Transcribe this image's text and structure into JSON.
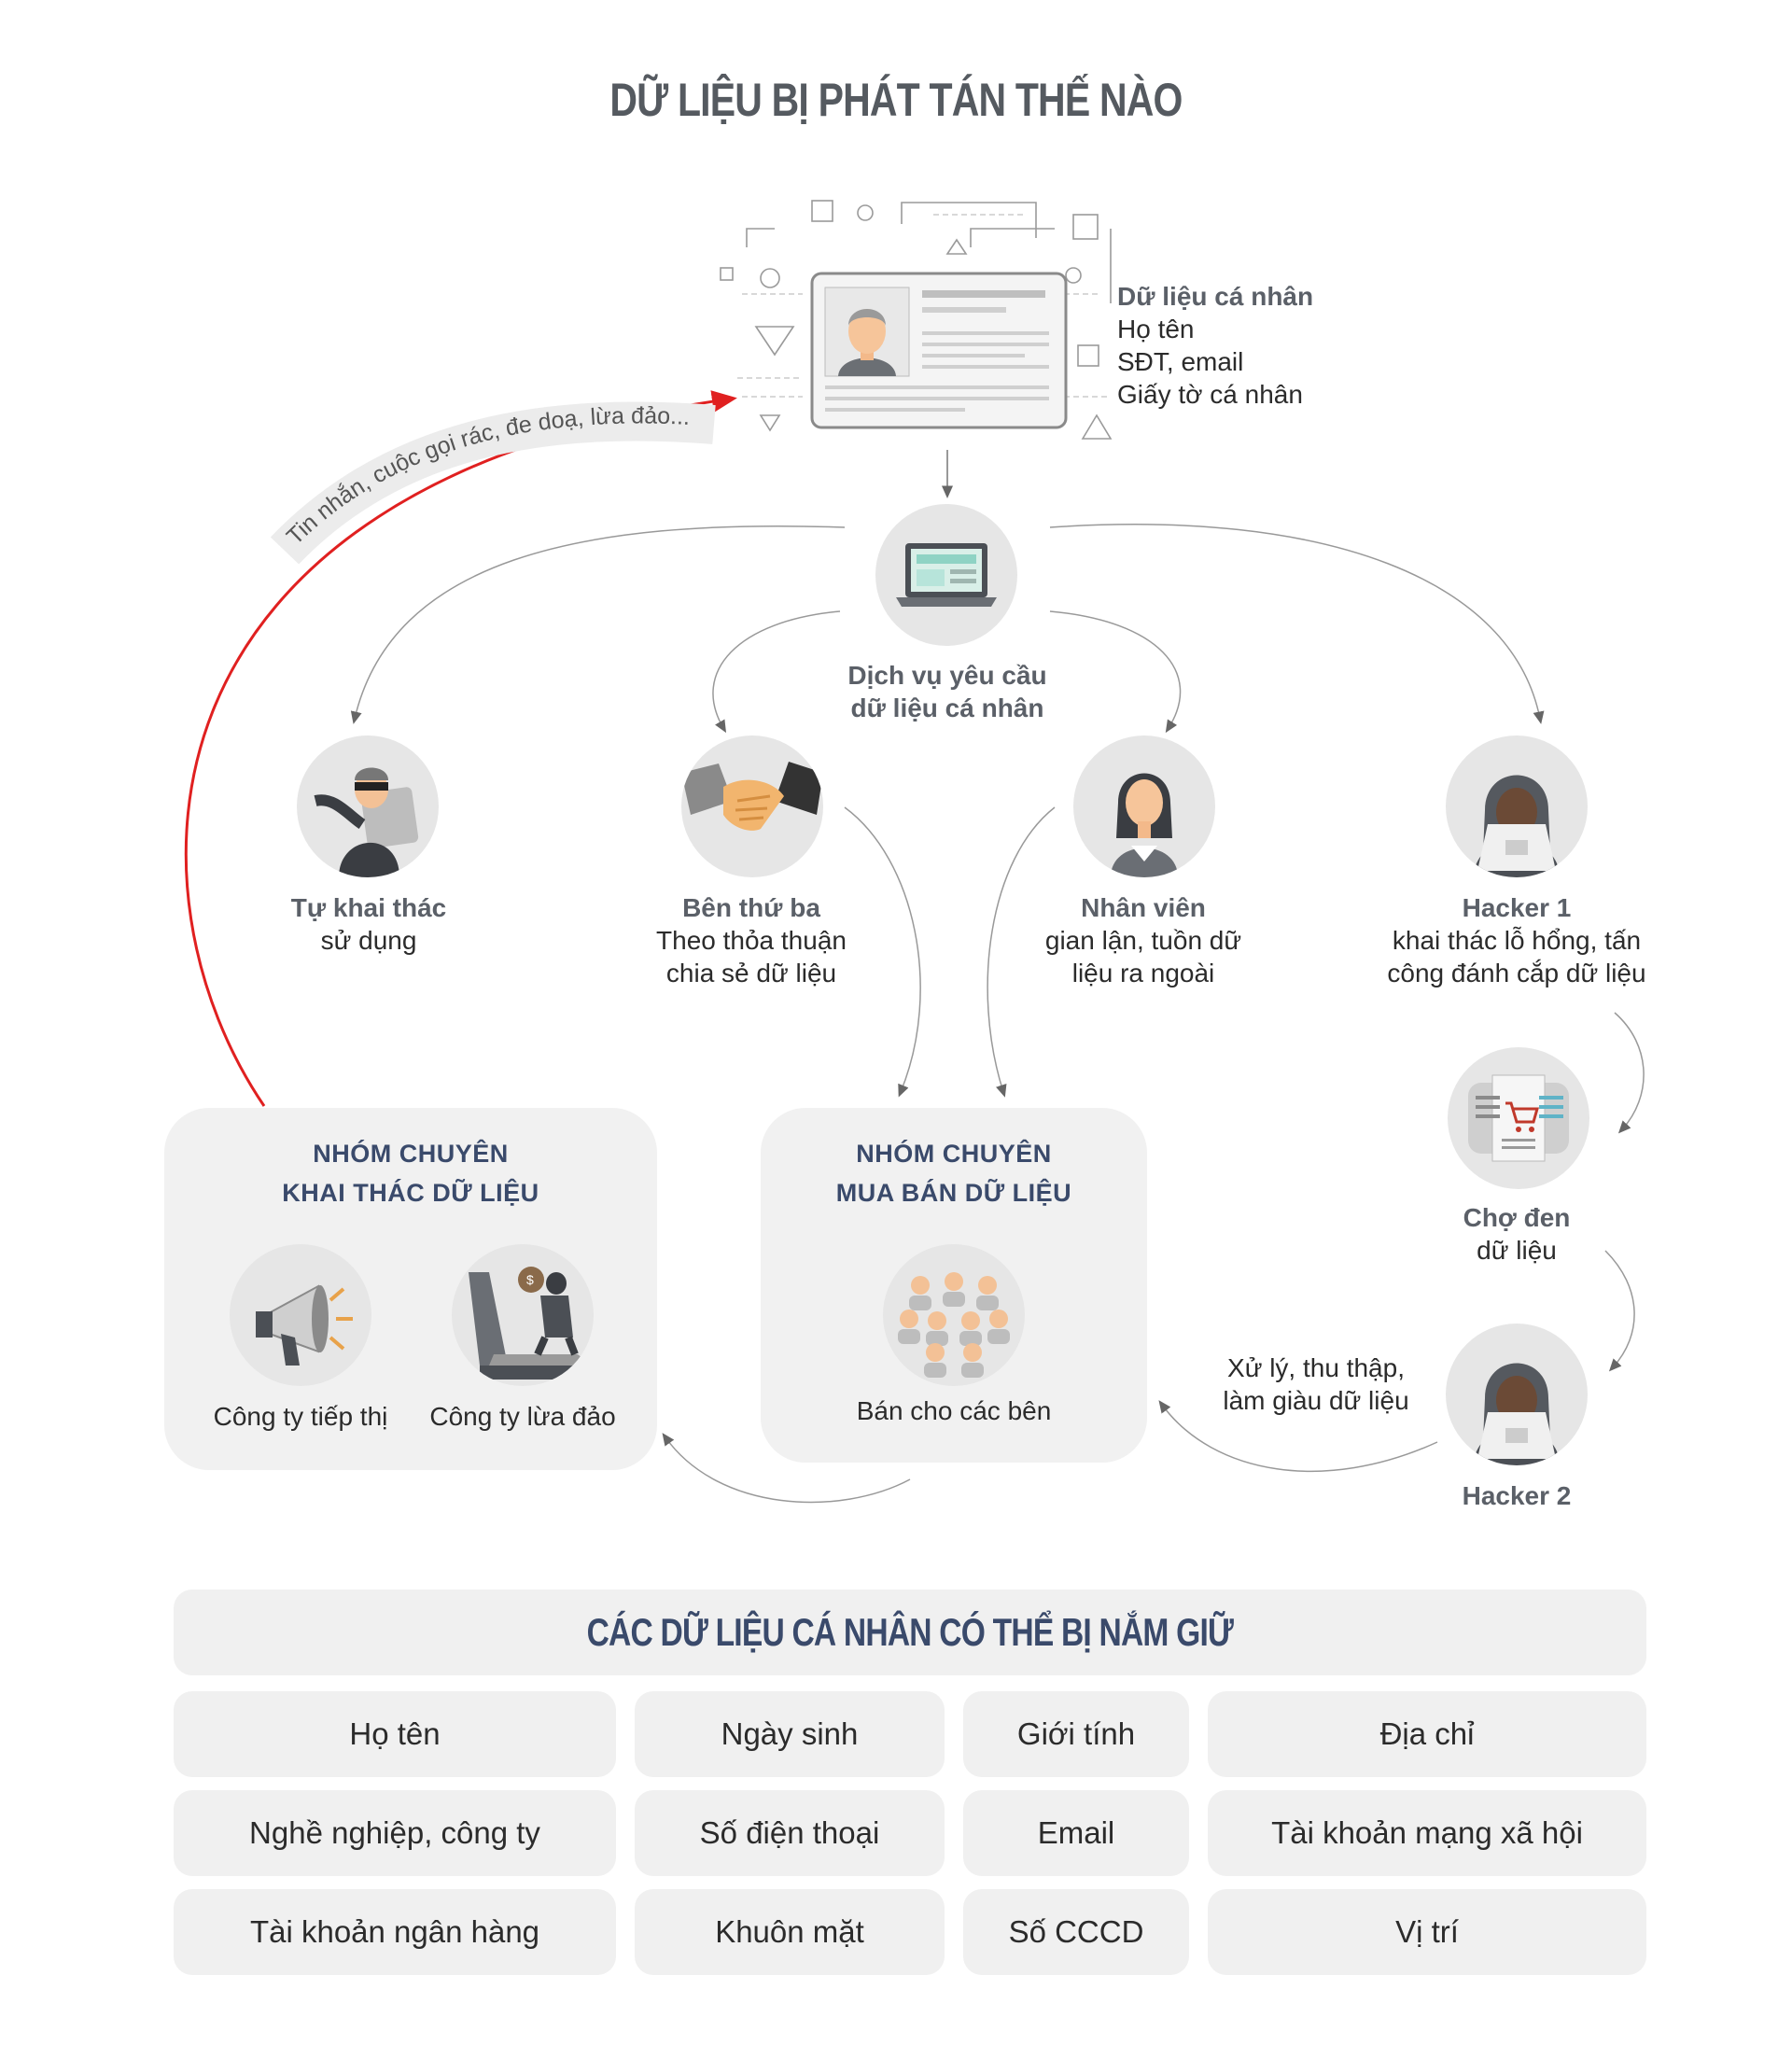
{
  "title": "DỮ LIỆU BỊ PHÁT TÁN THẾ NÀO",
  "personal_data": {
    "heading": "Dữ liệu cá nhân",
    "lines": [
      "Họ tên",
      "SĐT, email",
      "Giấy tờ cá nhân"
    ]
  },
  "red_arrow_label": "Tin nhắn, cuộc gọi rác, đe doạ, lừa đảo...",
  "service": {
    "line1": "Dịch vụ yêu cầu",
    "line2": "dữ liệu cá nhân"
  },
  "nodes": {
    "self_use": {
      "title": "Tự khai thác",
      "line1": "sử dụng",
      "line2": ""
    },
    "third_party": {
      "title": "Bên thứ ba",
      "line1": "Theo thỏa thuận",
      "line2": "chia sẻ dữ liệu"
    },
    "employee": {
      "title": "Nhân viên",
      "line1": "gian lận, tuồn dữ",
      "line2": "liệu ra ngoài"
    },
    "hacker1": {
      "title": "Hacker 1",
      "line1": "khai thác lỗ hổng, tấn",
      "line2": "công đánh cắp dữ liệu"
    },
    "black_market": {
      "line1": "Chợ đen",
      "line2": "dữ liệu"
    },
    "hacker2": {
      "title": "Hacker 2"
    },
    "process": {
      "line1": "Xử lý, thu thập,",
      "line2": "làm giàu dữ liệu"
    }
  },
  "group_exploit": {
    "line1": "NHÓM CHUYÊN",
    "line2": "KHAI THÁC DỮ LIỆU",
    "item1": "Công ty tiếp thị",
    "item2": "Công ty lừa đảo"
  },
  "group_trade": {
    "line1": "NHÓM CHUYÊN",
    "line2": "MUA BÁN DỮ LIỆU",
    "item1": "Bán cho các bên"
  },
  "table": {
    "header": "CÁC DỮ LIỆU CÁ NHÂN CÓ THỂ BỊ NẮM GIỮ",
    "rows": [
      [
        "Họ tên",
        "Ngày sinh",
        "Giới tính",
        "Địa chỉ"
      ],
      [
        "Nghề nghiệp, công ty",
        "Số điện thoại",
        "Email",
        "Tài khoản mạng xã hội"
      ],
      [
        "Tài khoản ngân hàng",
        "Khuôn mặt",
        "Số CCCD",
        "Vị trí"
      ]
    ]
  },
  "colors": {
    "red_arrow": "#e02020",
    "group_title": "#3a4a6b",
    "panel_bg": "#f1f1f1",
    "circle_bg": "#e6e6e6",
    "connector": "#9a9a9a"
  }
}
